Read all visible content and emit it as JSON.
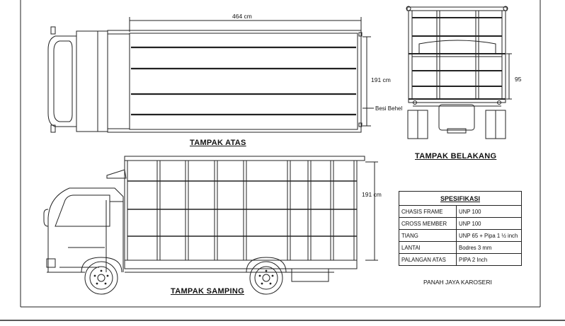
{
  "dimensions": {
    "length": "464 cm",
    "width": "191 cm",
    "height": "191 cm",
    "rear_height": "95",
    "rail_note": "Besi Behel"
  },
  "views": {
    "top": "TAMPAK ATAS",
    "side": "TAMPAK SAMPING",
    "rear": "TAMPAK  BELAKANG"
  },
  "spec": {
    "title": "SPESIFIKASI",
    "rows": [
      {
        "label": "CHASIS FRAME",
        "value": "UNP 100"
      },
      {
        "label": "CROSS MEMBER",
        "value": "UNP 100"
      },
      {
        "label": "TIANG",
        "value": "UNP 65 + Pipa 1 ½ inch"
      },
      {
        "label": "LANTAI",
        "value": "Bodres 3 mm"
      },
      {
        "label": "PALANGAN ATAS",
        "value": "PIPA 2 Inch"
      }
    ]
  },
  "company": "PANAH JAYA KAROSERI",
  "colors": {
    "line": "#222222",
    "background": "#ffffff"
  }
}
